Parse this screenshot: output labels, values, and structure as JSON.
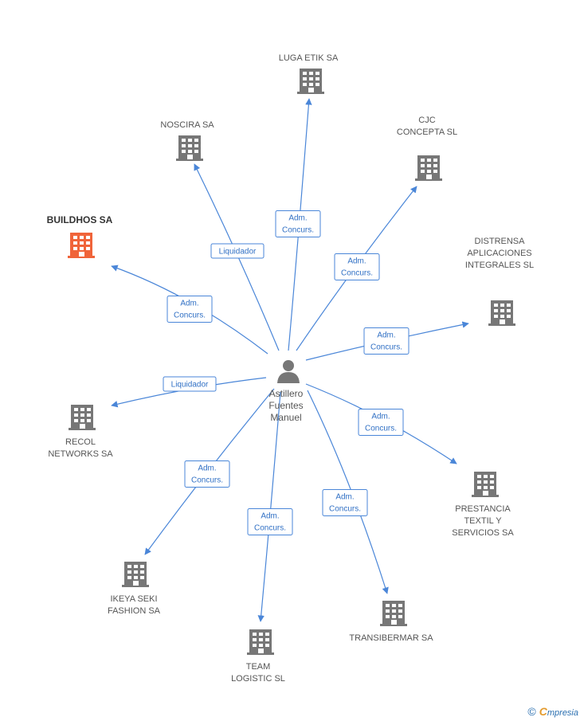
{
  "center": {
    "lines": [
      "Astillero",
      "Fuentes",
      "Manuel"
    ]
  },
  "colors": {
    "edge": "#4a86d8",
    "building": "#777777",
    "highlight": "#f0643a"
  },
  "nodes": [
    {
      "id": "luga",
      "lines": [
        "LUGA ETIK SA"
      ],
      "highlight": false,
      "role": [
        "Adm.",
        "Concurs."
      ]
    },
    {
      "id": "noscira",
      "lines": [
        "NOSCIRA SA"
      ],
      "highlight": false,
      "role": [
        "Liquidador"
      ]
    },
    {
      "id": "cjc",
      "lines": [
        "CJC",
        "CONCEPTA SL"
      ],
      "highlight": false,
      "role": [
        "Adm.",
        "Concurs."
      ]
    },
    {
      "id": "buildhos",
      "lines": [
        "BUILDHOS SA"
      ],
      "highlight": true,
      "role": [
        "Adm.",
        "Concurs."
      ]
    },
    {
      "id": "distrensa",
      "lines": [
        "DISTRENSA",
        "APLICACIONES",
        "INTEGRALES SL"
      ],
      "highlight": false,
      "role": [
        "Adm.",
        "Concurs."
      ]
    },
    {
      "id": "recol",
      "lines": [
        "RECOL",
        "NETWORKS SA"
      ],
      "highlight": false,
      "role": [
        "Liquidador"
      ]
    },
    {
      "id": "prestancia",
      "lines": [
        "PRESTANCIA",
        "TEXTIL Y",
        "SERVICIOS SA"
      ],
      "highlight": false,
      "role": [
        "Adm.",
        "Concurs."
      ]
    },
    {
      "id": "ikeya",
      "lines": [
        "IKEYA SEKI",
        "FASHION SA"
      ],
      "highlight": false,
      "role": [
        "Adm.",
        "Concurs."
      ]
    },
    {
      "id": "team",
      "lines": [
        "TEAM",
        "LOGISTIC SL"
      ],
      "highlight": false,
      "role": [
        "Adm.",
        "Concurs."
      ]
    },
    {
      "id": "transibermar",
      "lines": [
        "TRANSIBERMAR SA"
      ],
      "highlight": false,
      "role": [
        "Adm.",
        "Concurs."
      ]
    }
  ],
  "footer": {
    "copyright": "©",
    "brand_initial": "C",
    "brand_rest": "mpresia"
  }
}
